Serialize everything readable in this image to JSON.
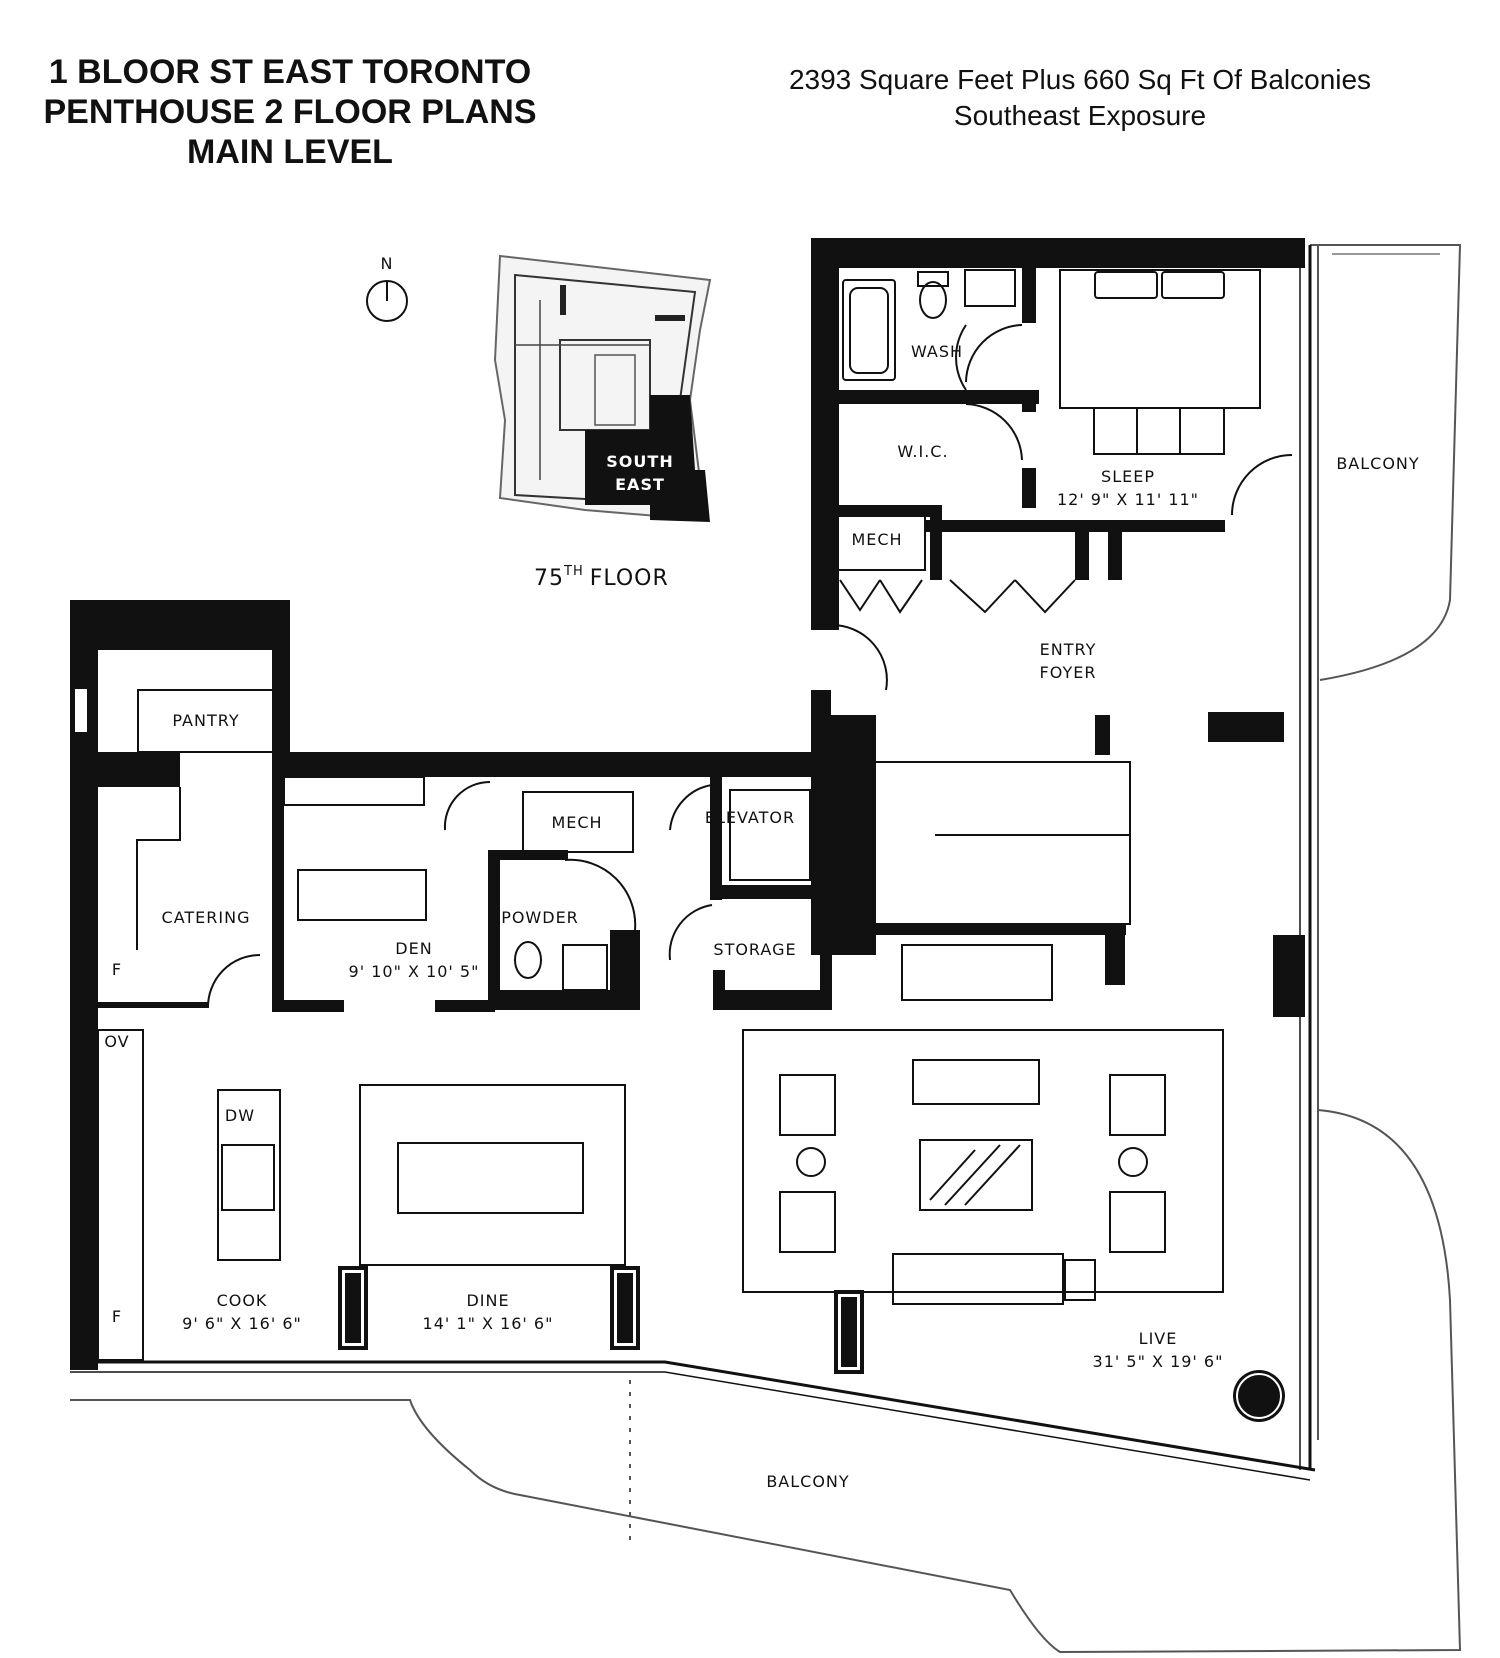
{
  "header": {
    "title_lines": [
      "1 BLOOR ST EAST TORONTO",
      "PENTHOUSE 2 FLOOR PLANS",
      "MAIN LEVEL"
    ],
    "subtitle_lines": [
      "2393 Square Feet Plus 660 Sq Ft Of Balconies",
      "Southeast Exposure"
    ]
  },
  "keyplan": {
    "north": "N",
    "floor_label": "75",
    "floor_sup": "TH",
    "floor_word": "FLOOR",
    "unit_line1": "SOUTH",
    "unit_line2": "EAST"
  },
  "rooms": {
    "wash": "WASH",
    "wic": "W.I.C.",
    "sleep": "SLEEP",
    "sleep_dim": "12' 9\" X 11' 11\"",
    "mech_upper": "MECH",
    "entry_line1": "ENTRY",
    "entry_line2": "FOYER",
    "balcony_east": "BALCONY",
    "pantry": "PANTRY",
    "catering": "CATERING",
    "den": "DEN",
    "den_dim": "9' 10\" X 10' 5\"",
    "mech_lower": "MECH",
    "powder": "POWDER",
    "elevator": "ELEVATOR",
    "storage": "STORAGE",
    "fridge_top": "F",
    "oven": "OV",
    "dishwasher": "DW",
    "fridge_bottom": "F",
    "cook": "COOK",
    "cook_dim": "9' 6\" X 16' 6\"",
    "dine": "DINE",
    "dine_dim": "14' 1\" X 16' 6\"",
    "live": "LIVE",
    "live_dim": "31' 5\" X 19' 6\"",
    "balcony_south": "BALCONY"
  }
}
